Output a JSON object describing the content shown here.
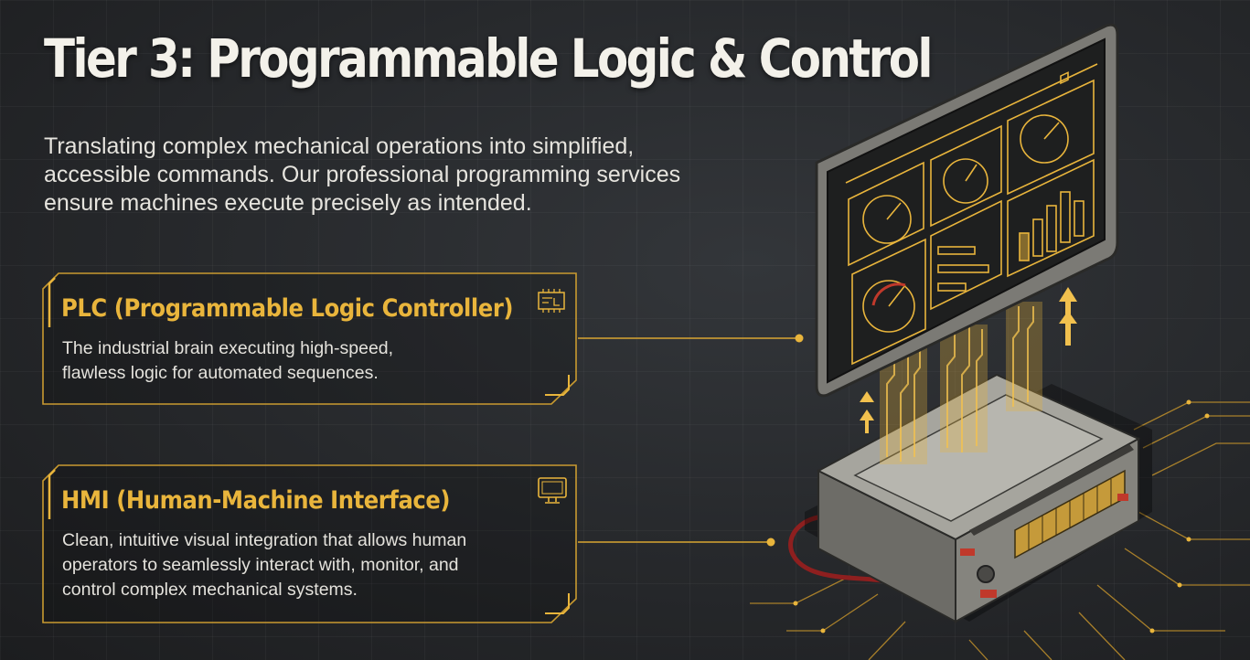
{
  "title": "Tier 3: Programmable Logic & Control",
  "intro_lines": [
    "Translating complex mechanical operations into simplified,",
    "accessible commands. Our professional programming services",
    "ensure machines execute precisely as intended."
  ],
  "cards": [
    {
      "title": "PLC (Programmable Logic Controller)",
      "icon": "circuit-board-icon",
      "body_lines": [
        "The industrial brain executing high-speed,",
        "flawless logic for automated sequences."
      ]
    },
    {
      "title": "HMI (Human-Machine Interface)",
      "icon": "monitor-icon",
      "body_lines": [
        "Clean, intuitive visual integration that allows human",
        "operators to seamlessly interact with, monitor, and",
        "control complex mechanical systems."
      ]
    }
  ],
  "colors": {
    "accent": "#e9b53c",
    "background": "#2a2c2f",
    "text": "#e6e4de",
    "led_red": "#c0392b"
  }
}
